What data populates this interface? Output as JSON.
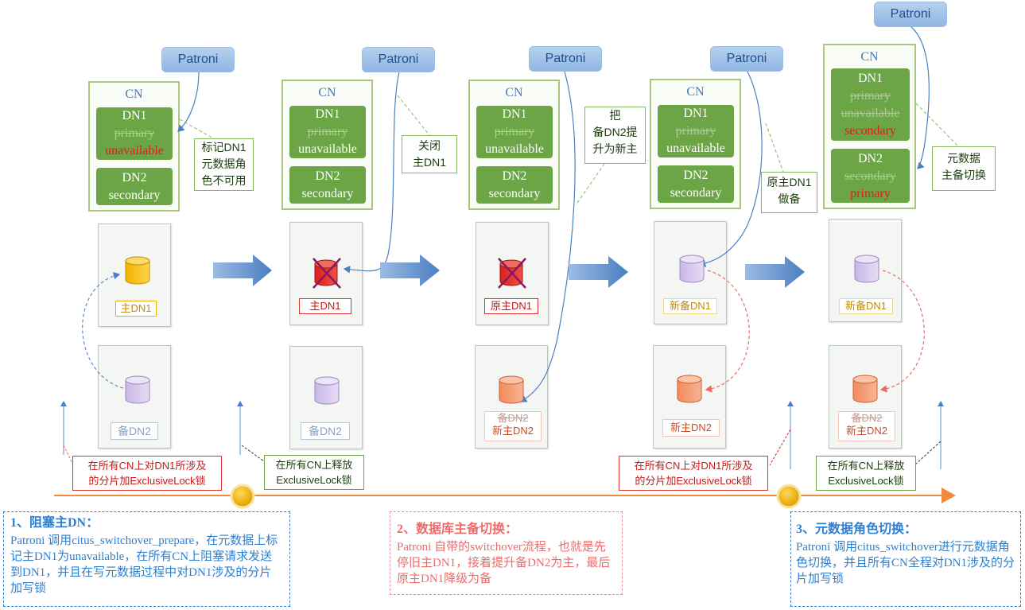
{
  "patroni_label": "Patroni",
  "cn_label": "CN",
  "stage1": {
    "dn1": {
      "name": "DN1",
      "old_role": "primary",
      "status": "unavailable"
    },
    "dn2": {
      "name": "DN2",
      "role": "secondary"
    },
    "note": [
      "标记DN1",
      "元数据角",
      "色不可用"
    ],
    "primary_tag": "主DN1",
    "standby_tag": "备DN2"
  },
  "stage2": {
    "dn1": {
      "name": "DN1",
      "old_role": "primary",
      "status": "unavailable"
    },
    "dn2": {
      "name": "DN2",
      "role": "secondary"
    },
    "note": [
      "关闭",
      "主DN1"
    ],
    "primary_tag": "主DN1",
    "standby_tag": "备DN2"
  },
  "stage3": {
    "dn1": {
      "name": "DN1",
      "old_role": "primary",
      "status": "unavailable"
    },
    "dn2": {
      "name": "DN2",
      "role": "secondary"
    },
    "note": [
      "把",
      "备DN2提",
      "升为新主"
    ],
    "primary_tag": "原主DN1",
    "standby_tag_old": "备DN2",
    "standby_tag_new": "新主DN2"
  },
  "stage4": {
    "dn1": {
      "name": "DN1",
      "old_role": "primary",
      "status": "unavailable"
    },
    "dn2": {
      "name": "DN2",
      "role": "secondary"
    },
    "note": [
      "原主DN1",
      "做备"
    ],
    "primary_tag": "新备DN1",
    "standby_tag": "新主DN2"
  },
  "stage5": {
    "dn1": {
      "name": "DN1",
      "old_role1": "primary",
      "old_role2": "unavailable",
      "new_role": "secondary"
    },
    "dn2": {
      "name": "DN2",
      "old_role": "secondary",
      "new_role": "primary"
    },
    "note": [
      "元数据",
      "主备切换"
    ],
    "primary_tag": "新备DN1",
    "standby_tag_old": "备DN2",
    "standby_tag_new": "新主DN2"
  },
  "locks": {
    "acquire": [
      "在所有CN上对DN1所涉及",
      "的分片加ExclusiveLock锁"
    ],
    "release": [
      "在所有CN上释放",
      "ExclusiveLock锁"
    ]
  },
  "phases": {
    "p1": {
      "title": "1、阻塞主DN：",
      "body": "Patroni 调用citus_switchover_prepare，在元数据上标记主DN1为unavailable，在所有CN上阻塞请求发送到DN1，并且在写元数据过程中对DN1涉及的分片加写锁"
    },
    "p2": {
      "title": "2、数据库主备切换：",
      "body": "Patroni 自带的switchover流程，也就是先停旧主DN1，接着提升备DN2为主，最后原主DN1降级为备"
    },
    "p3": {
      "title": "3、元数据角色切换：",
      "body": "Patroni 调用citus_switchover进行元数据角色切换，并且所有CN全程对DN1涉及的分片加写锁"
    }
  },
  "colors": {
    "green_dn": "#6ca546",
    "patroni_blue": "#8fb6e3",
    "arrow_blue": "#4a7fc1",
    "timeline_orange": "#f08a3c",
    "warn_red": "#e21b1b"
  }
}
